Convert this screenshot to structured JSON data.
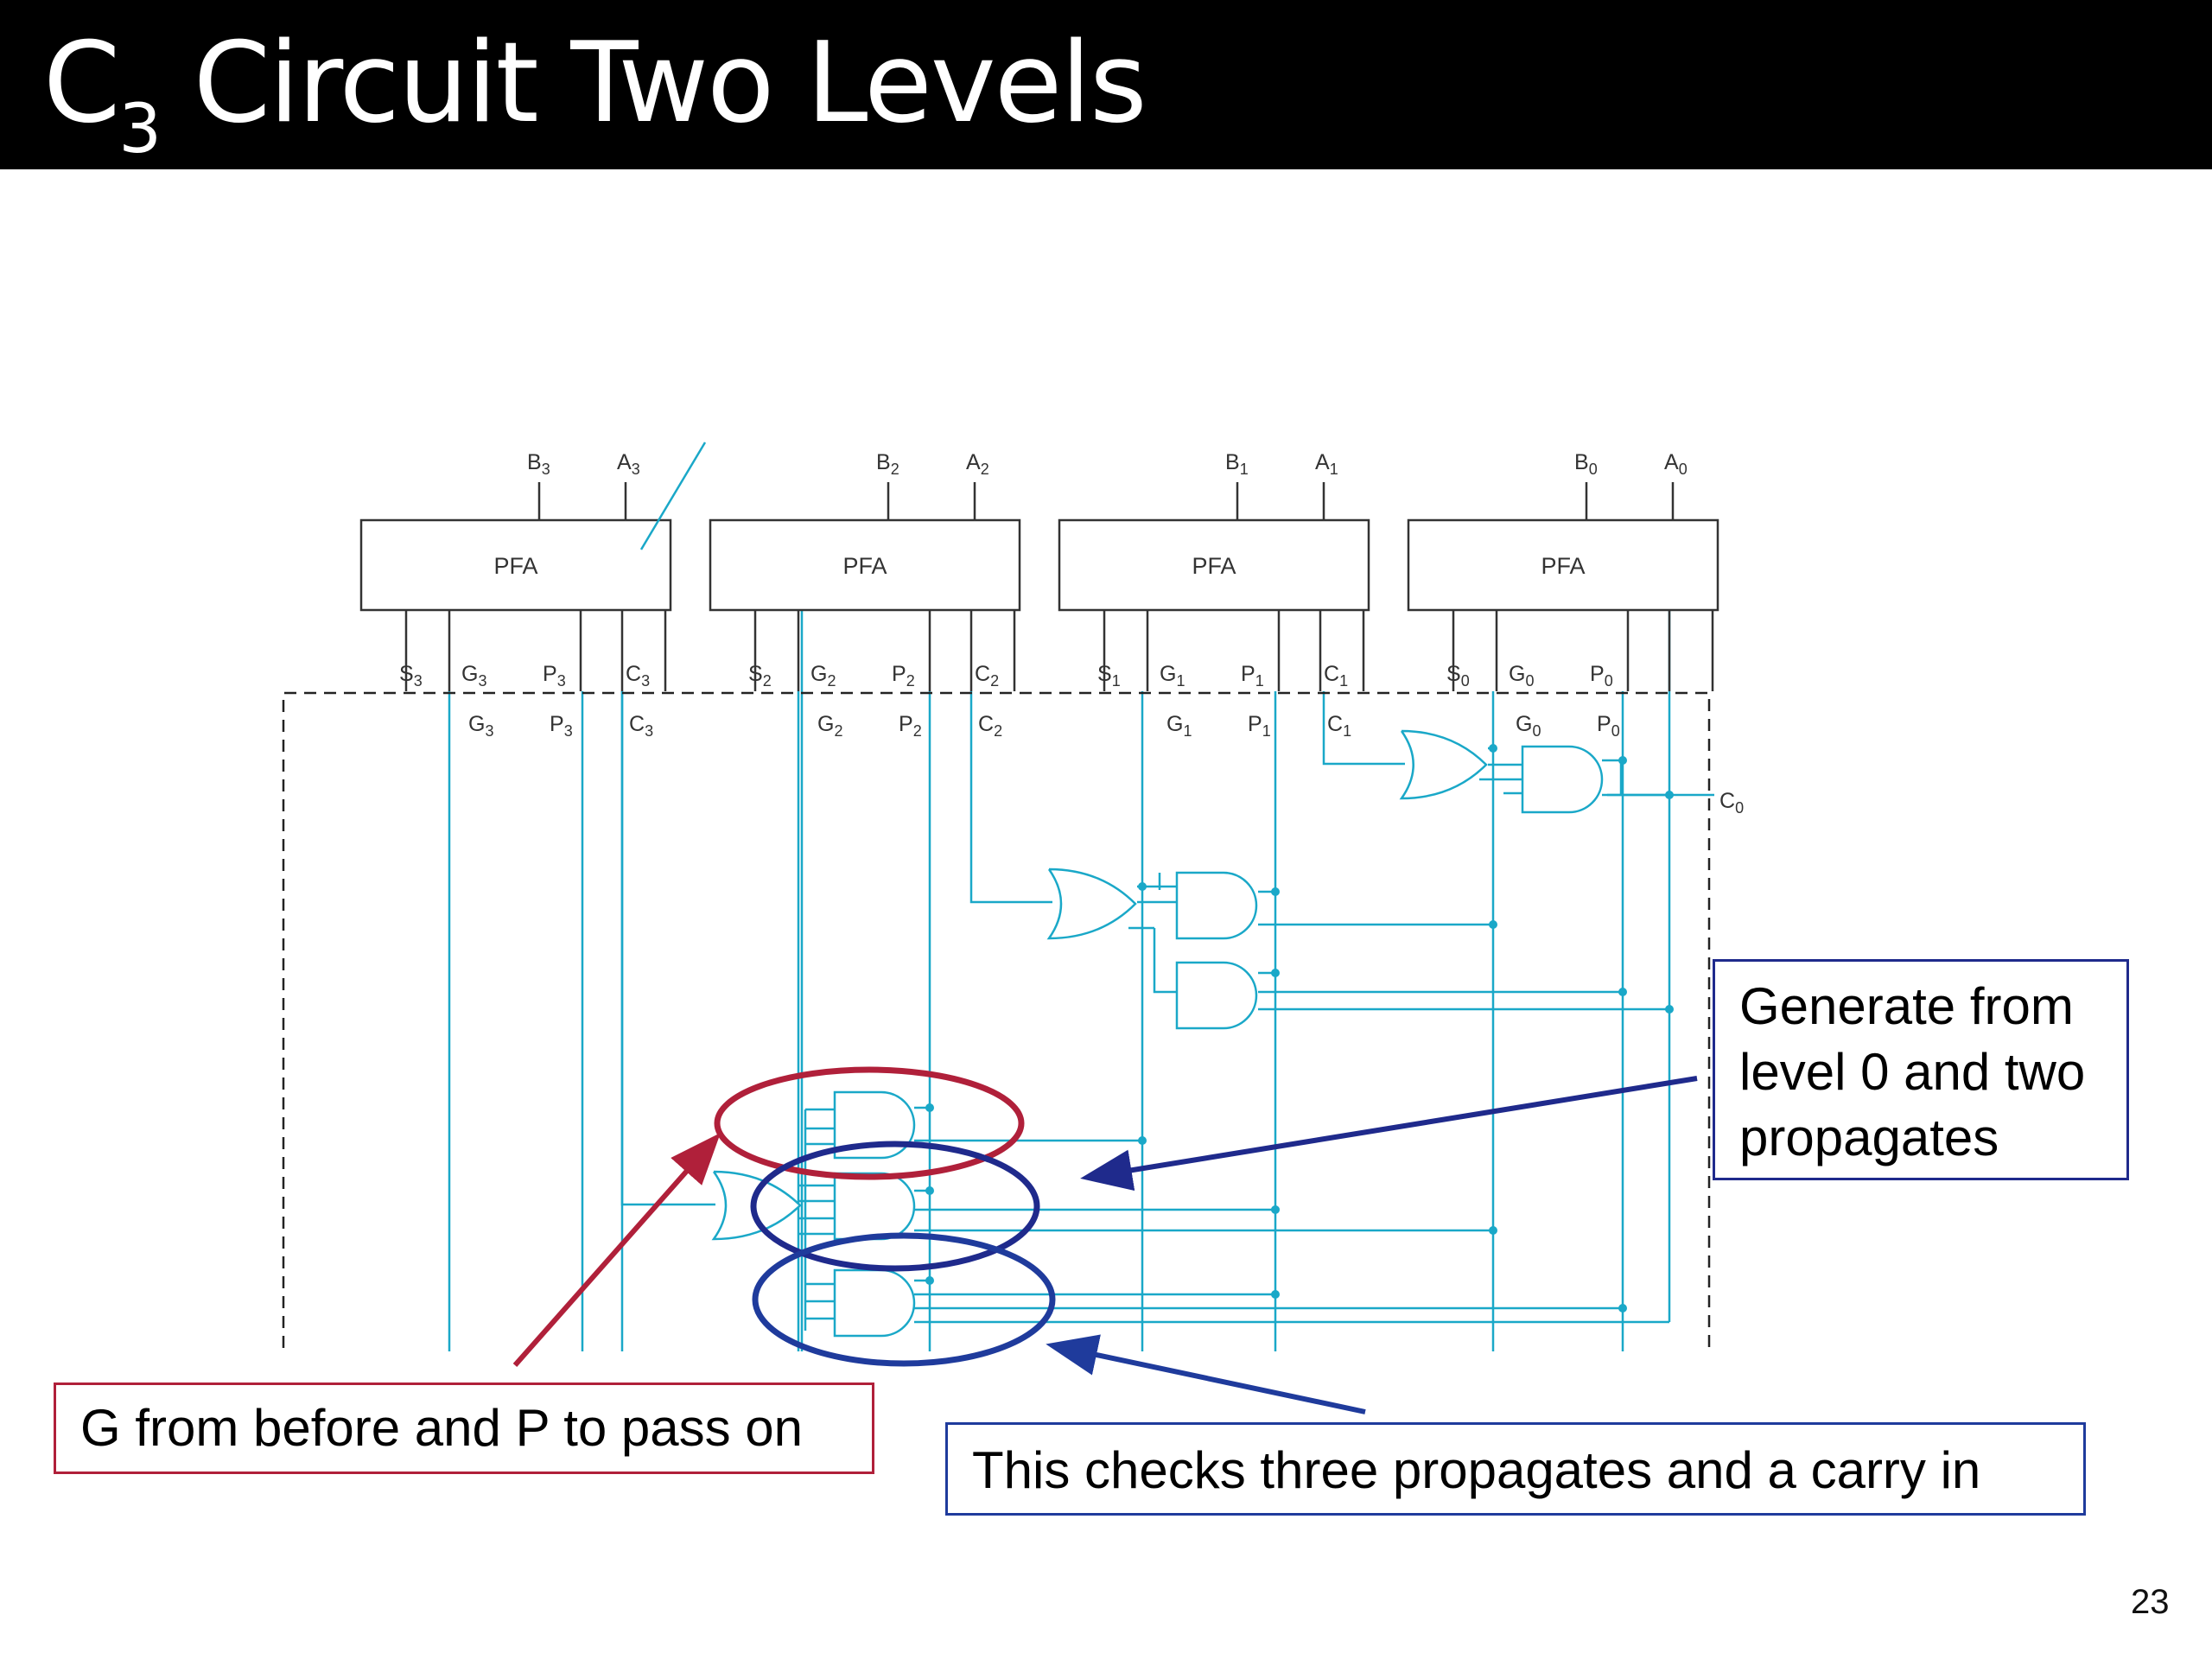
{
  "slide": {
    "title_main": "C",
    "title_sub": "3",
    "title_rest": " Circuit Two Levels",
    "page_number": "23"
  },
  "pfa_blocks": [
    {
      "label": "PFA",
      "inputs": {
        "b": "B",
        "b_sub": "3",
        "a": "A",
        "a_sub": "3"
      },
      "outputs": {
        "s": "S",
        "g": "G",
        "p": "P",
        "c": "C",
        "sub": "3"
      }
    },
    {
      "label": "PFA",
      "inputs": {
        "b": "B",
        "b_sub": "2",
        "a": "A",
        "a_sub": "2"
      },
      "outputs": {
        "s": "S",
        "g": "G",
        "p": "P",
        "c": "C",
        "sub": "2"
      }
    },
    {
      "label": "PFA",
      "inputs": {
        "b": "B",
        "b_sub": "1",
        "a": "A",
        "a_sub": "1"
      },
      "outputs": {
        "s": "S",
        "g": "G",
        "p": "P",
        "c": "C",
        "sub": "1"
      }
    },
    {
      "label": "PFA",
      "inputs": {
        "b": "B",
        "b_sub": "0",
        "a": "A",
        "a_sub": "0"
      },
      "outputs": {
        "s": "S",
        "g": "G",
        "p": "P",
        "c": "C",
        "sub": "0"
      }
    }
  ],
  "carry_in": {
    "label": "C",
    "sub": "0"
  },
  "callouts": {
    "generate": [
      "Generate from",
      "level 0 and two",
      "propagates"
    ],
    "g_from_before": "G from before and P to pass on",
    "checks": "This checks three propagates and a carry in"
  },
  "colors": {
    "wire": "#1aa8c8",
    "block": "#333333",
    "callout_red": "#b0203a",
    "callout_blue": "#1f3b9c",
    "callout_navy": "#1f2a8c"
  }
}
